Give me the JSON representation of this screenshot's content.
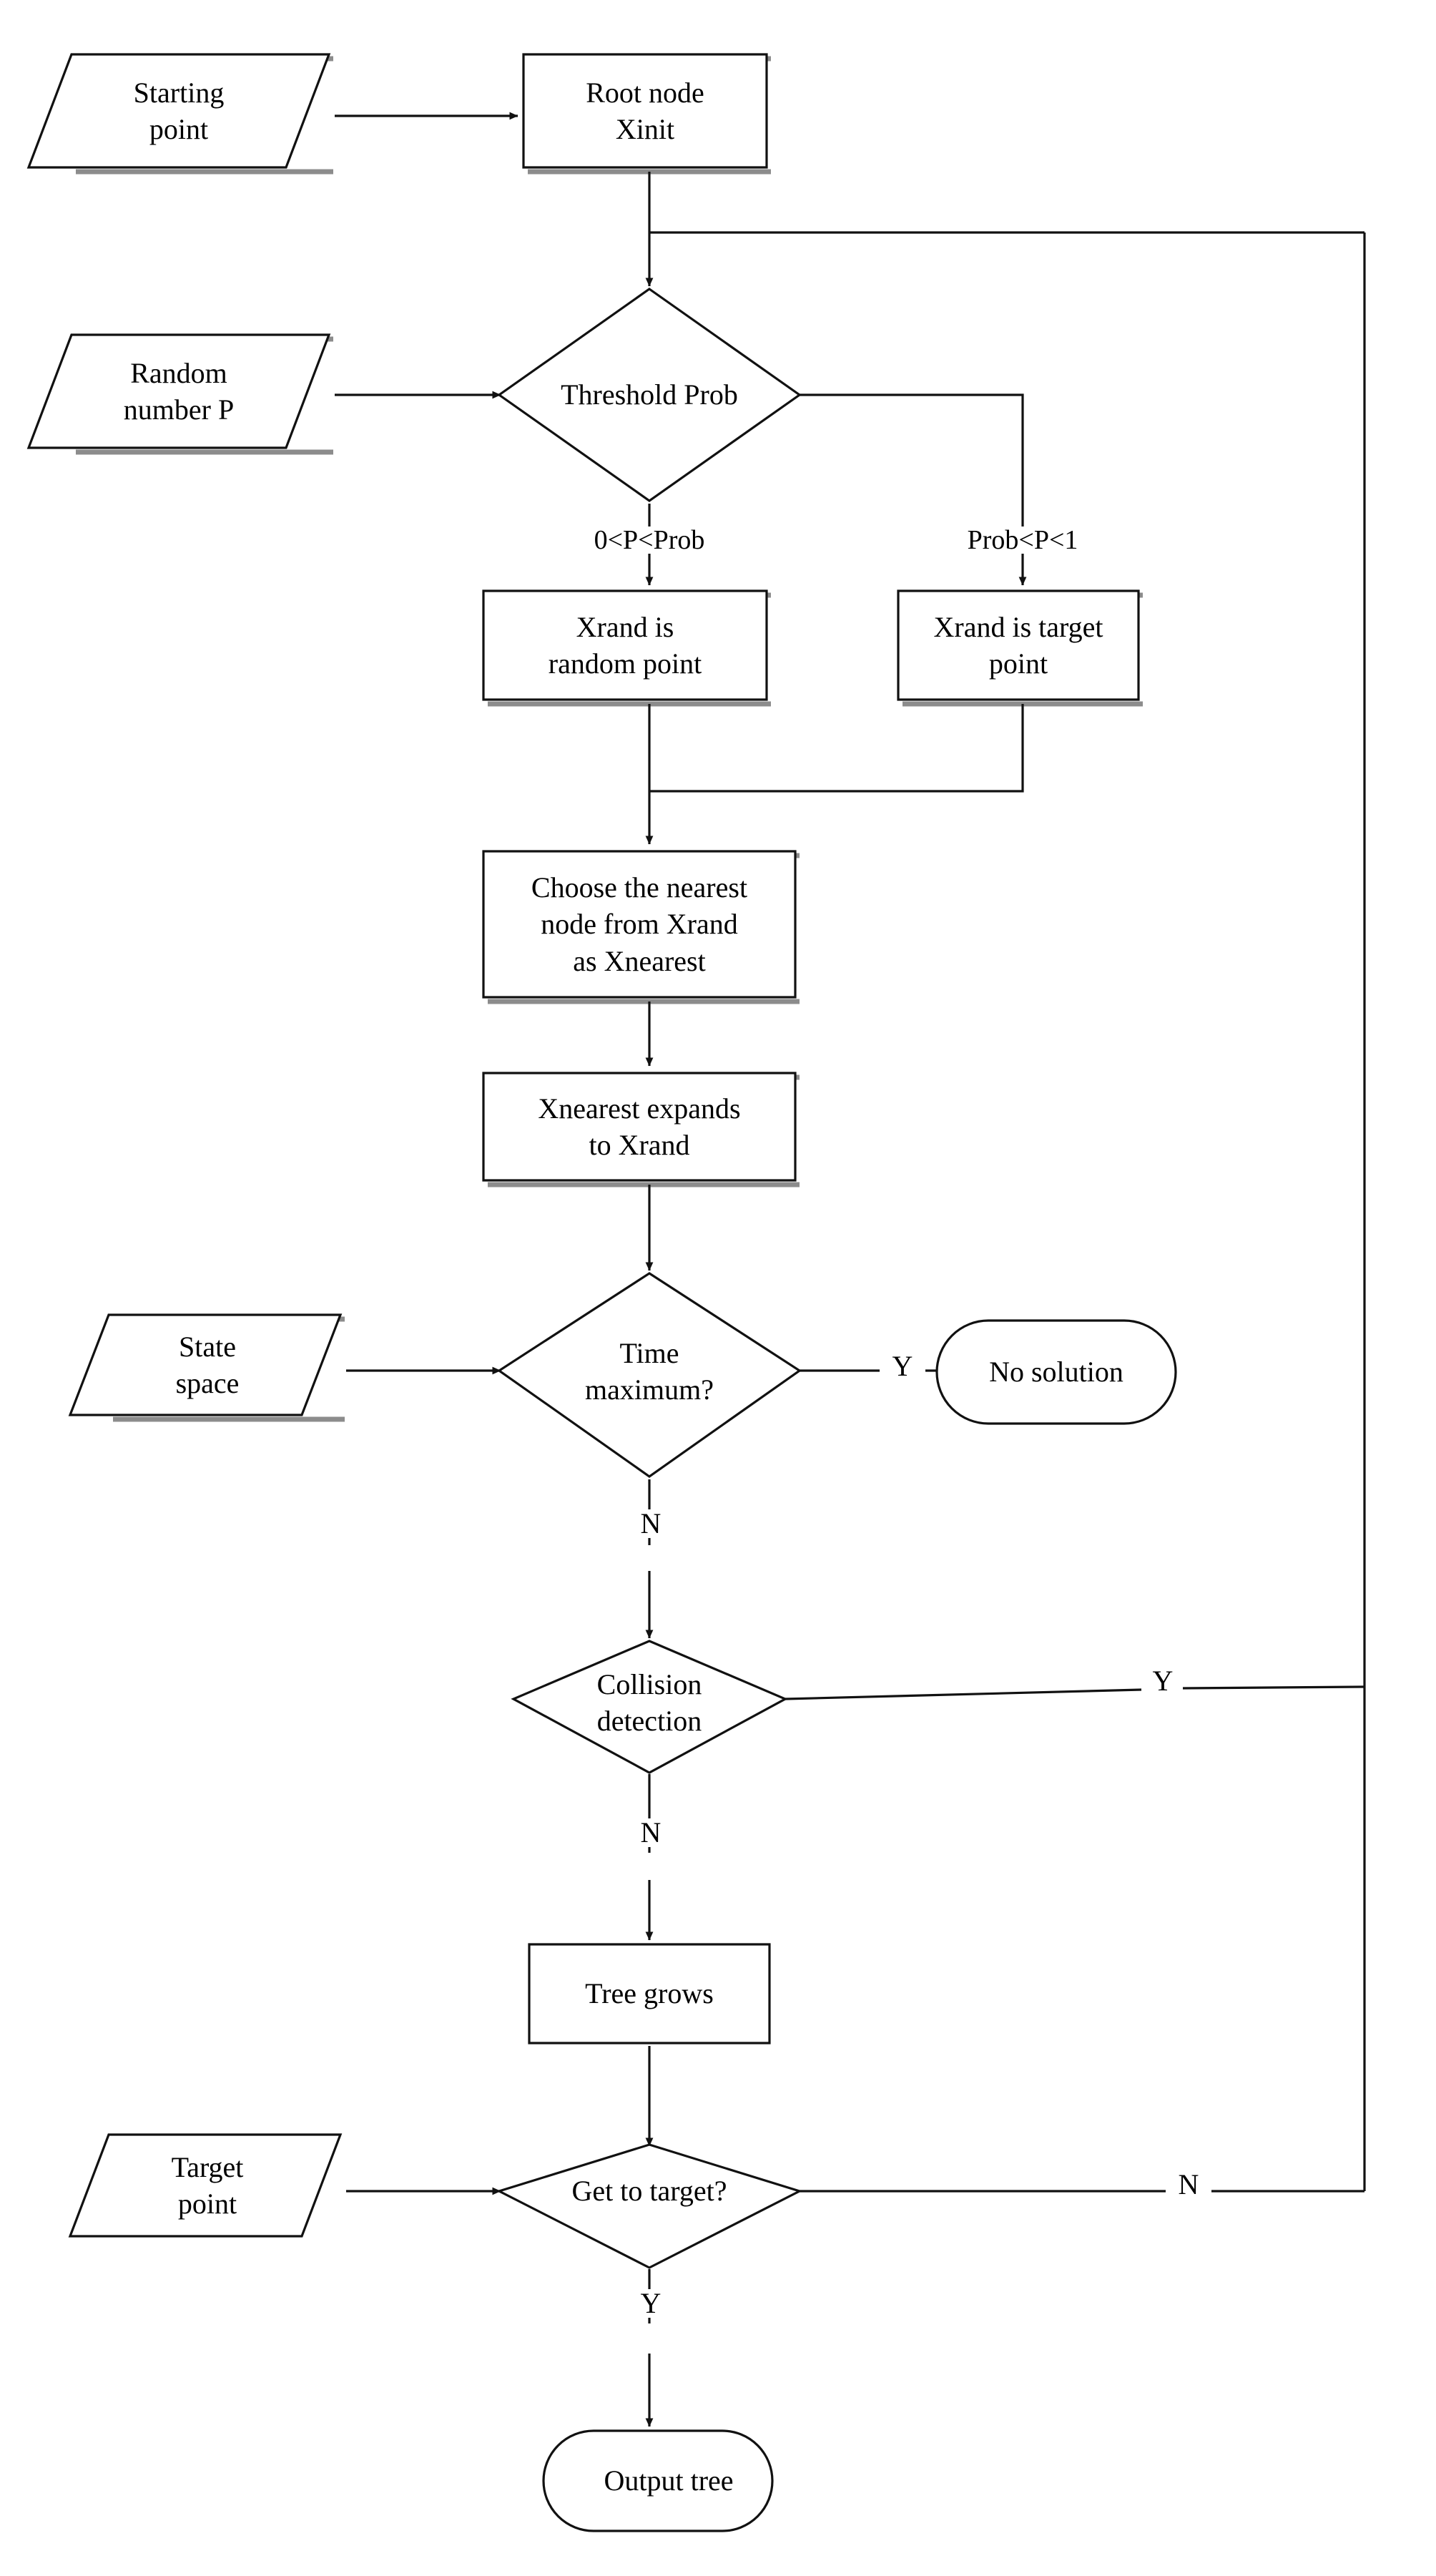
{
  "diagram": {
    "title": "RRT path planning flowchart",
    "background_color": "#ffffff",
    "line_color": "#1a1a1a",
    "shadow_color": "#808080",
    "text_color": "#000000"
  },
  "nodes": {
    "starting_point": {
      "label": "Starting\npoint",
      "shape": "parallelogram"
    },
    "root_node": {
      "label": "Root node\nXinit",
      "shape": "rectangle"
    },
    "random_number": {
      "label": "Random\nnumber P",
      "shape": "parallelogram"
    },
    "threshold_prob": {
      "label": "Threshold Prob",
      "shape": "diamond"
    },
    "xrand_random": {
      "label": "Xrand is\nrandom point",
      "shape": "rectangle"
    },
    "xrand_target": {
      "label": "Xrand is target\npoint",
      "shape": "rectangle"
    },
    "choose_nearest": {
      "label": "Choose the nearest\nnode from Xrand\nas Xnearest",
      "shape": "rectangle"
    },
    "expand": {
      "label": "Xnearest expands\nto Xrand",
      "shape": "rectangle"
    },
    "state_space": {
      "label": "State\nspace",
      "shape": "parallelogram"
    },
    "time_maximum": {
      "label": "Time\nmaximum?",
      "shape": "diamond"
    },
    "no_solution": {
      "label": "No solution",
      "shape": "rounded"
    },
    "collision_detection": {
      "label": "Collision\ndetection",
      "shape": "diamond"
    },
    "tree_grows": {
      "label": "Tree grows",
      "shape": "rectangle"
    },
    "target_point": {
      "label": "Target\npoint",
      "shape": "parallelogram"
    },
    "get_to_target": {
      "label": "Get to target?",
      "shape": "diamond"
    },
    "output_tree": {
      "label": "Output tree",
      "shape": "rounded"
    }
  },
  "edge_labels": {
    "prob_left": "0<P<Prob",
    "prob_right": "Prob<P<1",
    "time_max_yes": "Y",
    "time_max_no": "N",
    "collision_yes": "Y",
    "collision_no": "N",
    "get_target_no": "N",
    "get_target_yes": "Y"
  }
}
